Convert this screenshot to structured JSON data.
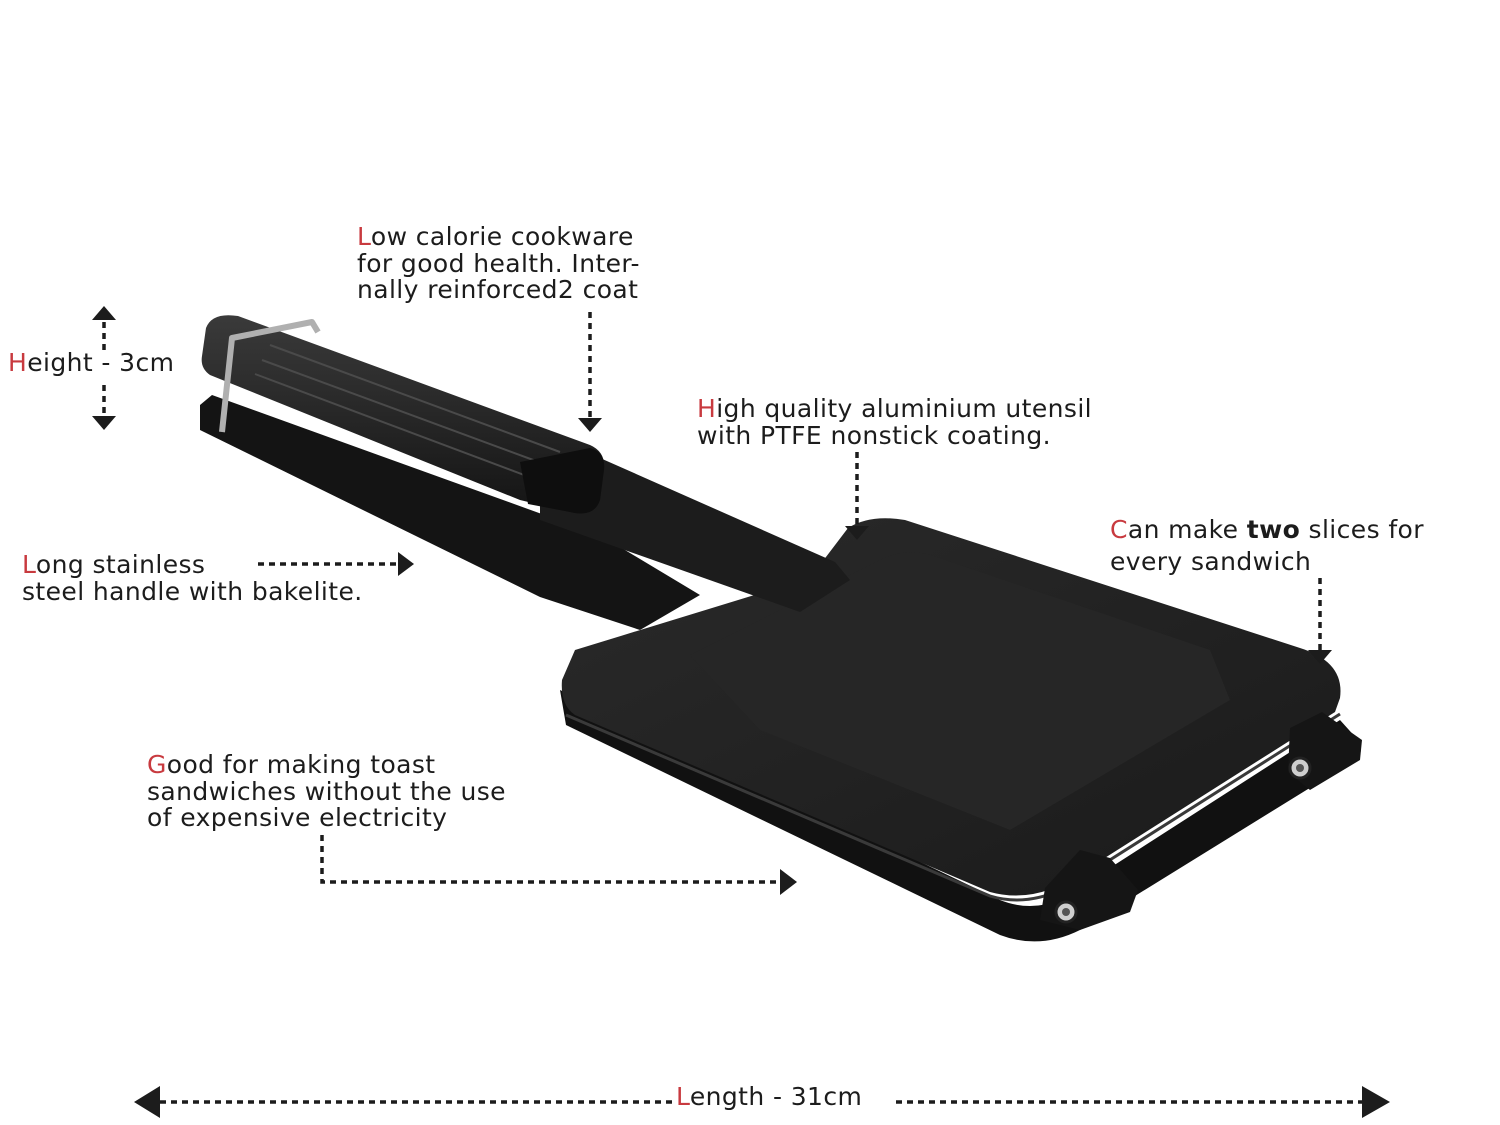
{
  "accent_color": "#c83a3f",
  "text_color": "#1c1c1c",
  "product_color": "#1e1e1e",
  "annotations": {
    "height": {
      "lead": "H",
      "rest": "eight - 3cm"
    },
    "low_calorie": {
      "lead": "L",
      "line1_rest": "ow calorie cookware",
      "line2": "for good health. Inter-",
      "line3": "nally reinforced2 coat"
    },
    "high_quality": {
      "lead": "H",
      "line1_rest": "igh quality aluminium utensil",
      "line2": "with PTFE nonstick coating."
    },
    "two_slices": {
      "lead": "C",
      "line1_a": "an make ",
      "line1_bold": "two",
      "line1_b": " slices for",
      "line2": "every sandwich"
    },
    "long_handle": {
      "lead": "L",
      "line1_rest": "ong stainless",
      "line2": "steel handle with bakelite."
    },
    "good_for": {
      "lead": "G",
      "line1_rest": "ood for making toast",
      "line2": "sandwiches without the use",
      "line3": "of expensive electricity"
    },
    "length": {
      "lead": "L",
      "rest": "ength - 31cm"
    }
  },
  "icons": [
    "up-arrow-icon",
    "down-arrow-icon",
    "right-arrow-icon",
    "left-arrow-icon"
  ]
}
